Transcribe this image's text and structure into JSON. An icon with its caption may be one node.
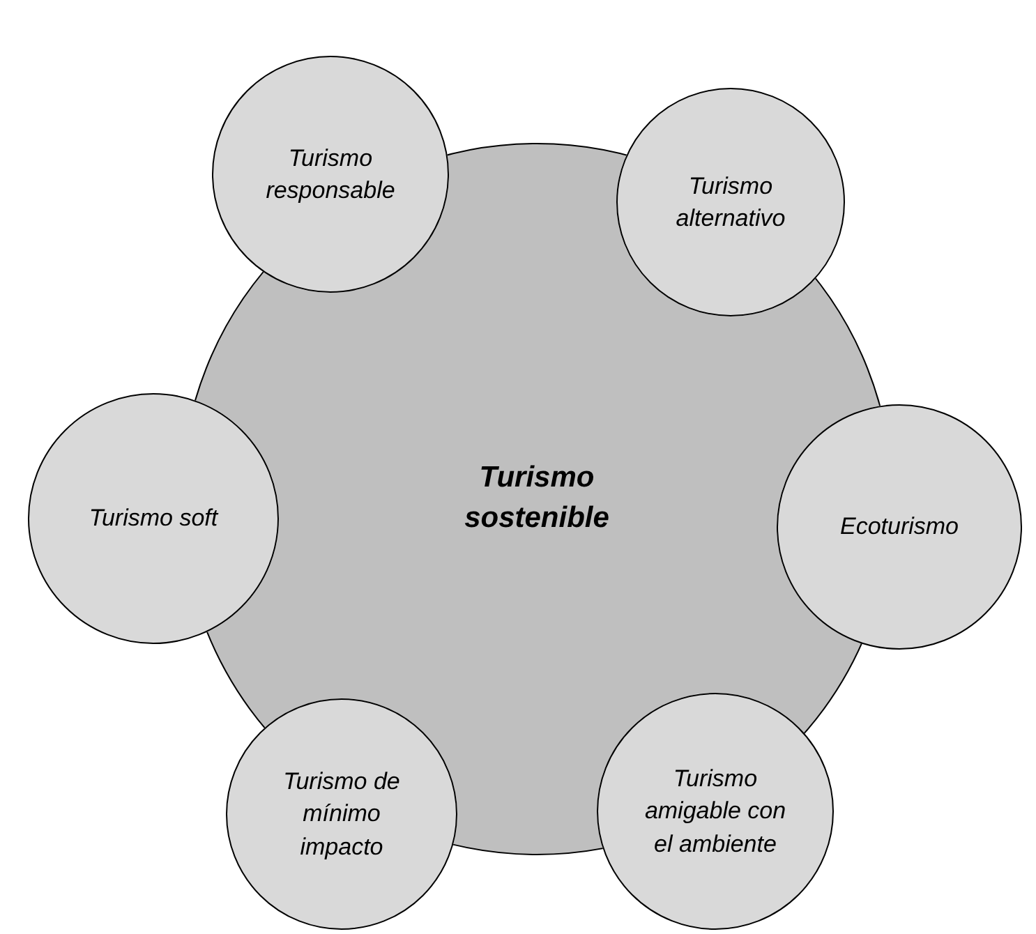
{
  "diagram": {
    "nodes": [
      {
        "text": [
          "Turismo sostenible"
        ]
      },
      {
        "text": [
          "Turismo responsable"
        ]
      },
      {
        "text": [
          "Turismo alternativo"
        ]
      },
      {
        "text": [
          "Turismo soft"
        ]
      },
      {
        "text": [
          "Ecoturismo"
        ]
      },
      {
        "text": [
          "Turismo de mínimo impacto"
        ]
      },
      {
        "text": [
          "Turismo amigable con el ambiente"
        ]
      }
    ]
  }
}
